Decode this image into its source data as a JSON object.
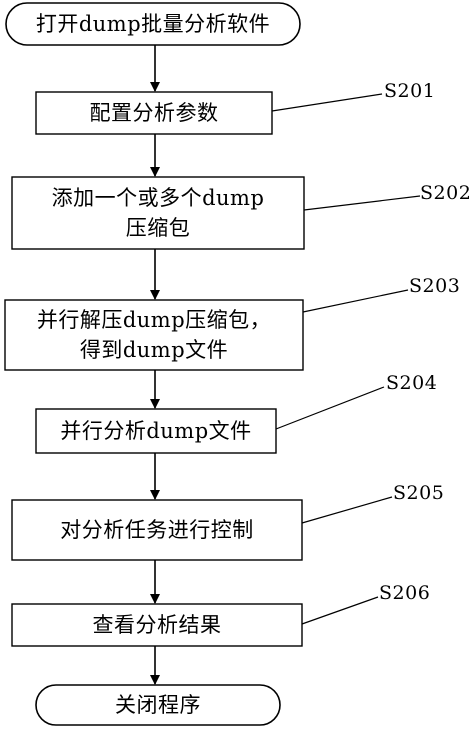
{
  "flowchart": {
    "start": "打开dump批量分析软件",
    "end": "关闭程序",
    "steps": [
      {
        "id": "S201",
        "text": "配置分析参数"
      },
      {
        "id": "S202",
        "text": "添加一个或多个dump压缩包"
      },
      {
        "id": "S203",
        "text": "并行解压dump压缩包，得到dump文件"
      },
      {
        "id": "S204",
        "text": "并行分析dump文件"
      },
      {
        "id": "S205",
        "text": "对分析任务进行控制"
      },
      {
        "id": "S206",
        "text": "查看分析结果"
      }
    ]
  }
}
